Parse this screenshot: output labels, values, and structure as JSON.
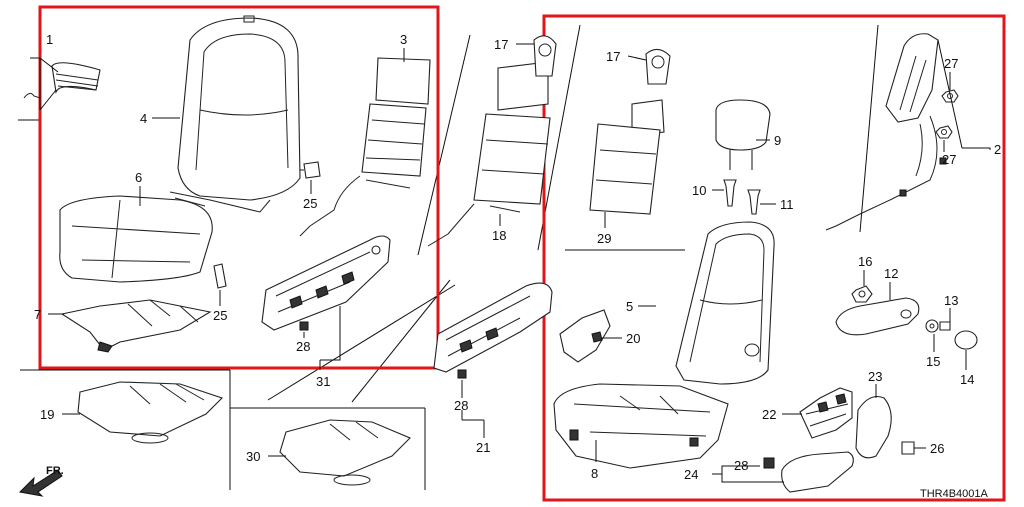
{
  "doc_id": "THR4B4001A",
  "front_label": "FR.",
  "highlight_color": "#e0161b",
  "callouts": {
    "c1": "1",
    "c2": "2",
    "c3": "3",
    "c4": "4",
    "c5": "5",
    "c6": "6",
    "c7": "7",
    "c8": "8",
    "c9": "9",
    "c10": "10",
    "c11": "11",
    "c12": "12",
    "c13": "13",
    "c14": "14",
    "c15": "15",
    "c16": "16",
    "c17a": "17",
    "c17b": "17",
    "c18": "18",
    "c19": "19",
    "c20": "20",
    "c21": "21",
    "c22": "22",
    "c23": "23",
    "c24": "24",
    "c25a": "25",
    "c25b": "25",
    "c26": "26",
    "c27a": "27",
    "c27b": "27",
    "c28a": "28",
    "c28b": "28",
    "c28c": "28",
    "c29": "29",
    "c30": "30",
    "c31": "31"
  }
}
